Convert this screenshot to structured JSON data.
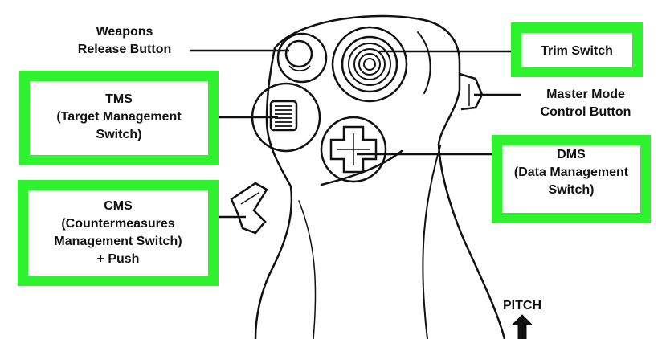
{
  "labels": {
    "weapons_release": [
      "Weapons",
      "Release Button"
    ],
    "trim_switch": [
      "Trim Switch"
    ],
    "tms": [
      "TMS",
      "(Target Management",
      "Switch)"
    ],
    "master_mode": [
      "Master Mode",
      "Control Button"
    ],
    "dms": [
      "DMS",
      "(Data Management",
      "Switch)"
    ],
    "cms": [
      "CMS",
      "(Countermeasures",
      "Management Switch)",
      "+ Push"
    ],
    "pitch": "PITCH"
  },
  "colors": {
    "highlight": "#2ef22e",
    "line": "#111111",
    "background": "#ffffff"
  },
  "icons": [
    "pitch-arrow-icon"
  ]
}
